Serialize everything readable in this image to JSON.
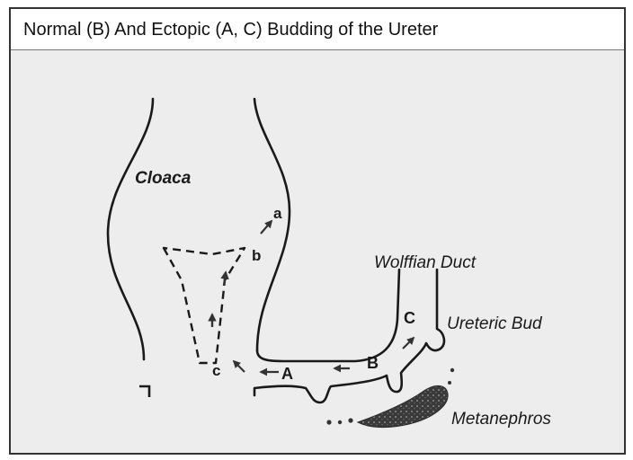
{
  "title": "Normal (B) And Ectopic (A, C) Budding of the Ureter",
  "labels": {
    "cloaca": "Cloaca",
    "wolffian_duct": "Wolffian Duct",
    "ureteric_bud": "Ureteric Bud",
    "metanephros": "Metanephros"
  },
  "letters": {
    "a_lower": "a",
    "b_lower": "b",
    "c_lower": "c",
    "a_upper": "A",
    "b_upper": "B",
    "c_upper": "C"
  }
}
